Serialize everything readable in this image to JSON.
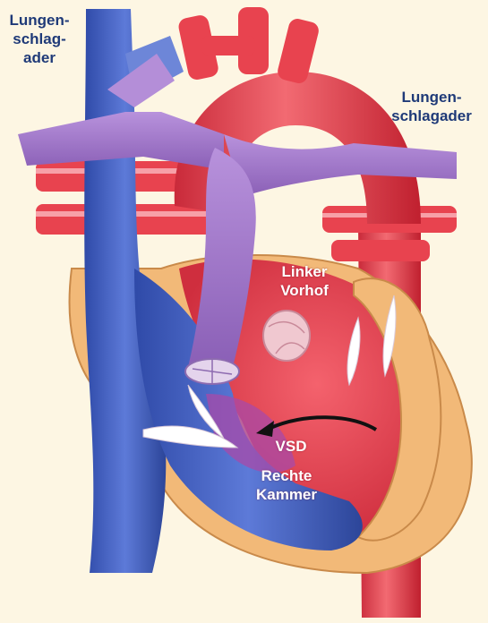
{
  "labels": {
    "left_artery": [
      "Lungen-",
      "schlag-",
      "ader"
    ],
    "right_artery": [
      "Lungen-",
      "schlagader"
    ],
    "left_atrium": [
      "Linker",
      "Vorhof"
    ],
    "vsd": "VSD",
    "right_ventricle": [
      "Rechte",
      "Kammer"
    ]
  },
  "colors": {
    "background": "#fdf6e3",
    "vein_blue": "#4a66c8",
    "aorta_red": "#e8434f",
    "pulmonary_purple": "#a57cc9",
    "muscle_tan": "#f2b978",
    "label_blue": "#1f3a78"
  }
}
